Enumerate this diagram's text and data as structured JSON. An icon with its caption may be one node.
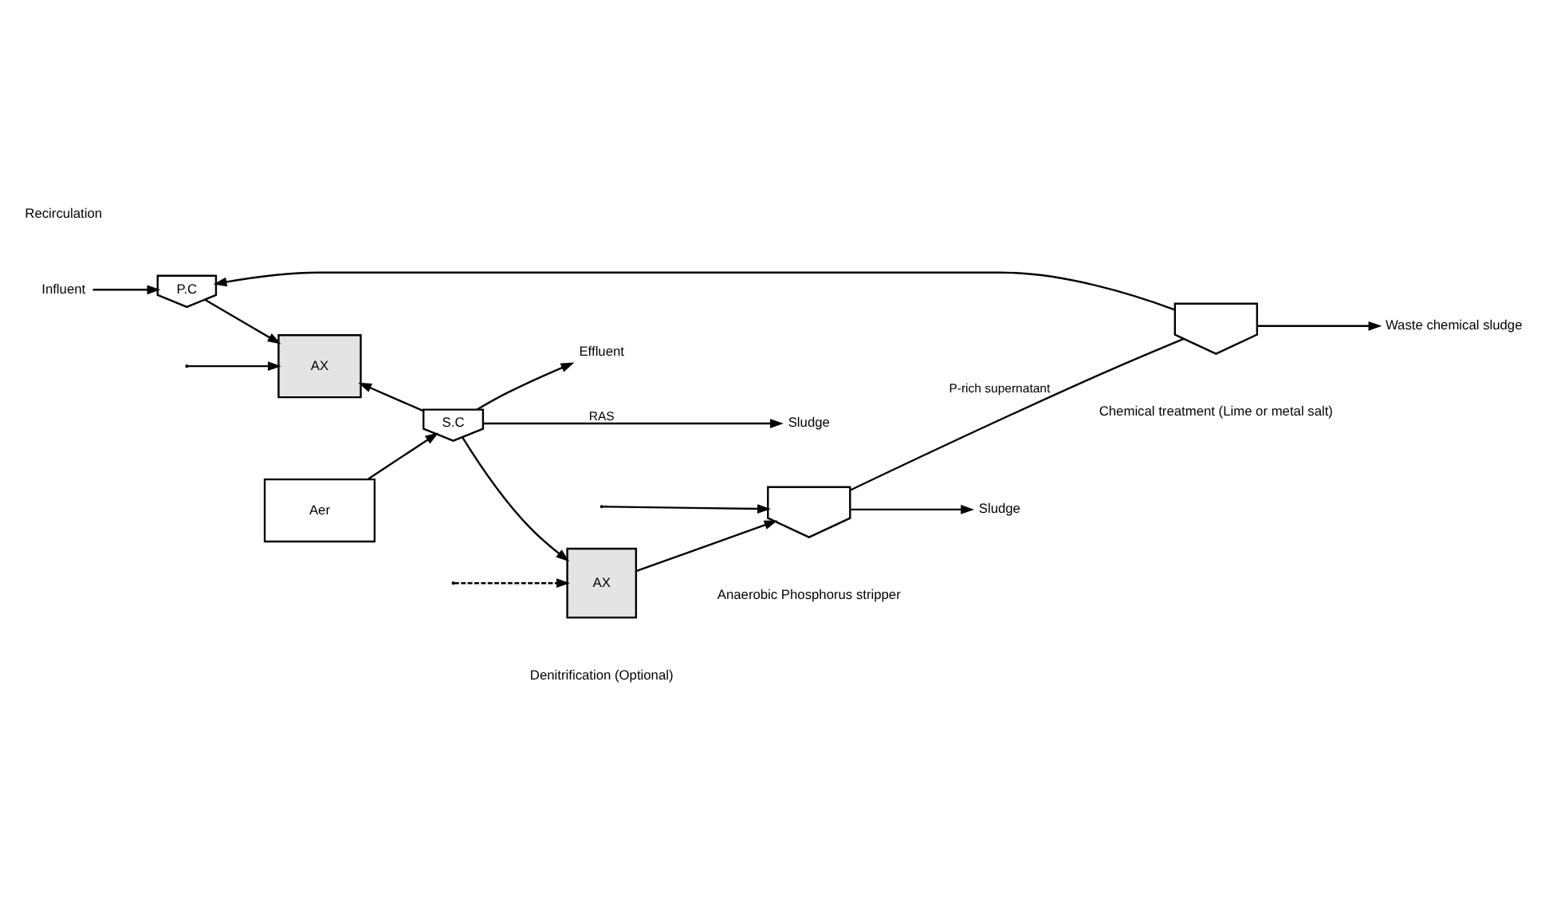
{
  "diagram": {
    "nodes": [
      {
        "text": [
          "Influent"
        ]
      },
      {
        "text": [
          "P.C"
        ]
      },
      {
        "text": [
          "AX"
        ]
      },
      {
        "text": [
          "Aer"
        ]
      },
      {
        "text": [
          "S.C"
        ]
      },
      {
        "text": [
          "Effluent"
        ]
      },
      {
        "text": [
          "Sludge"
        ]
      },
      {
        "text": [],
        "shape": "funnel",
        "beside": [
          "Chemical treatment (Lime or metal salt)"
        ]
      },
      {
        "text": [],
        "shape": "funnel",
        "beside": [
          "Anaerobic Phosphorus stripper"
        ]
      },
      {
        "text": [
          "AX"
        ],
        "beside": [
          "Denitrification (Optional)"
        ]
      },
      {
        "text": [
          "Waste chemical sludge"
        ]
      },
      {
        "text": [
          "Sludge"
        ]
      }
    ],
    "edges": [
      {
        "from": 0,
        "to": 1,
        "arrow": "to"
      },
      {
        "from": 1,
        "to": 2,
        "arrow": "to"
      },
      {
        "from": 3,
        "to": 4,
        "arrow": "to"
      },
      {
        "from": 4,
        "to": 5,
        "arrow": "to"
      },
      {
        "from": 4,
        "to": 2,
        "arrow": "to"
      },
      {
        "from": 4,
        "to": 6,
        "arrow": "to",
        "label": "RAS"
      },
      {
        "from": 4,
        "to": 9,
        "arrow": "to"
      },
      {
        "from": 9,
        "to": 8,
        "arrow": "to"
      },
      {
        "from": 8,
        "to": 7,
        "arrow": "none",
        "label": "P-rich supernatant"
      },
      {
        "from": 7,
        "to": 1,
        "arrow": "to"
      },
      {
        "from": 7,
        "to": 10,
        "arrow": "to"
      },
      {
        "from": 8,
        "to": 11,
        "arrow": "to"
      },
      {
        "from": null,
        "to": 2,
        "arrow": "to"
      },
      {
        "from": null,
        "to": 8,
        "arrow": "to"
      },
      {
        "from": null,
        "to": 9,
        "arrow": "to",
        "style": "dashed"
      }
    ],
    "labels": [
      "Recirculation"
    ]
  }
}
